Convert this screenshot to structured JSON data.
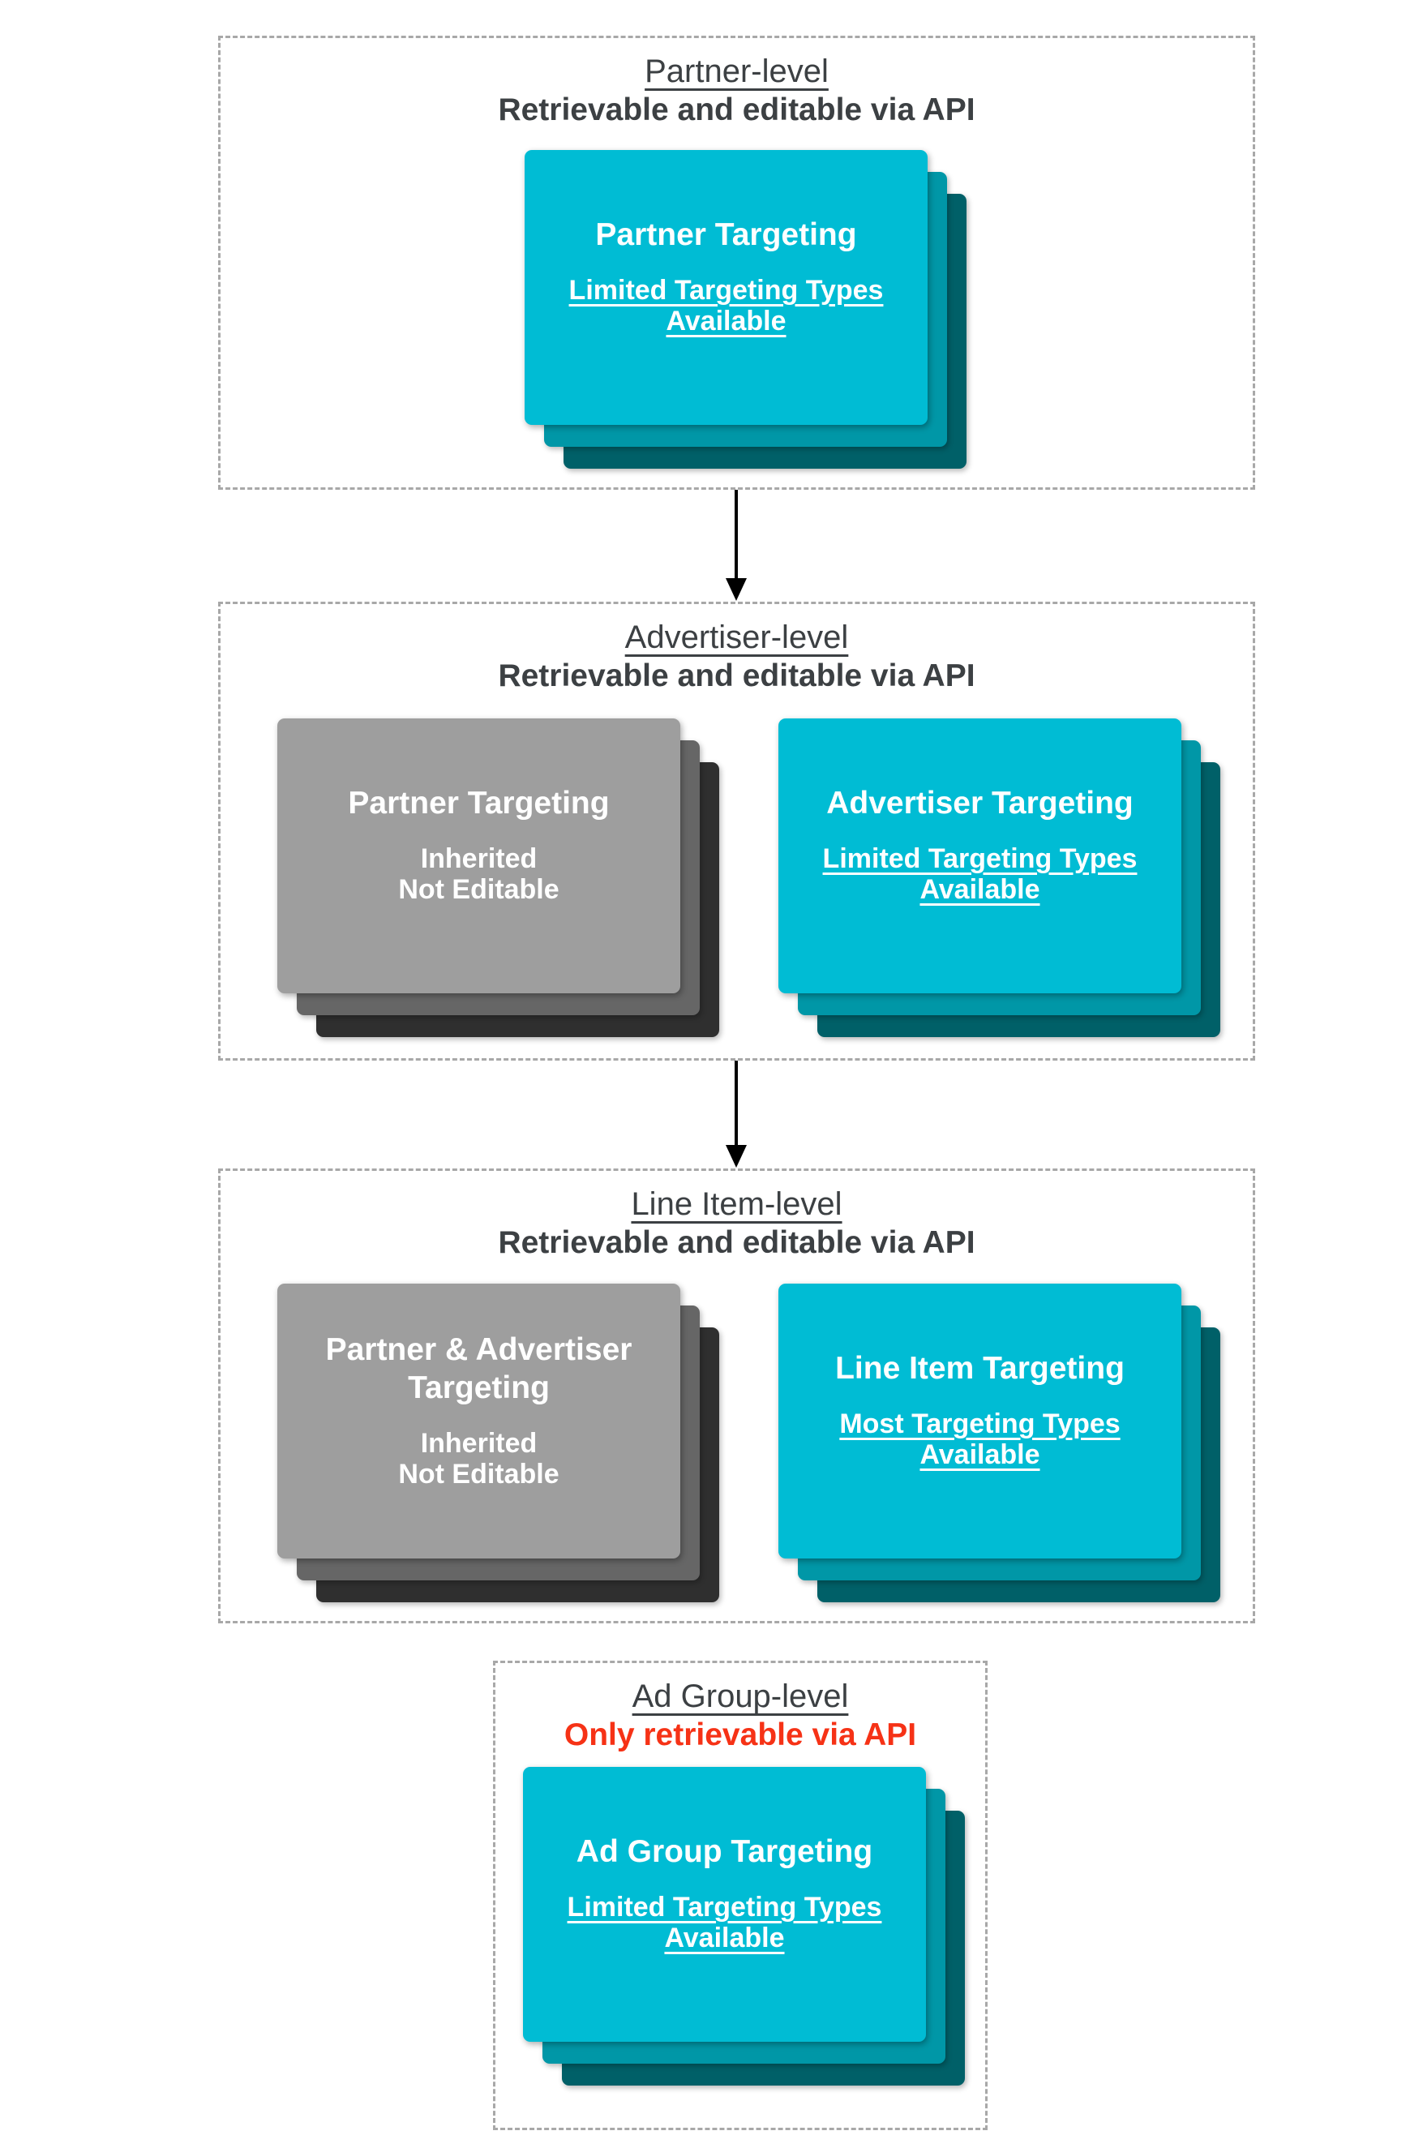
{
  "colors": {
    "background": "#FFFFFF",
    "heading": "#3C4043",
    "red": "#F63216",
    "border": "#A8A8A8",
    "arrow": "#000000",
    "card-text": "#FFFFFF",
    "cyan-main": "#00BCD4",
    "cyan-mid": "#0097A7",
    "cyan-dark": "#006068",
    "gray-main": "#9E9E9E",
    "gray-mid": "#666666",
    "gray-dark": "#2F2F2F"
  },
  "sections": [
    {
      "title": "Partner-level",
      "subtitle": "Retrievable and editable via API",
      "cards": [
        {
          "variant": "cyan",
          "title_lines": [
            "Partner Targeting"
          ],
          "body_lines": [
            "Limited Targeting Types",
            "Available"
          ],
          "body_underlined": true
        }
      ]
    },
    {
      "title": "Advertiser-level",
      "subtitle": "Retrievable and editable via API",
      "cards": [
        {
          "variant": "gray",
          "title_lines": [
            "Partner Targeting"
          ],
          "body_lines": [
            "Inherited",
            "Not Editable"
          ],
          "body_underlined": false
        },
        {
          "variant": "cyan",
          "title_lines": [
            "Advertiser Targeting"
          ],
          "body_lines": [
            "Limited Targeting Types",
            "Available"
          ],
          "body_underlined": true
        }
      ]
    },
    {
      "title": "Line Item-level",
      "subtitle": "Retrievable and editable via API",
      "cards": [
        {
          "variant": "gray",
          "title_lines": [
            "Partner & Advertiser",
            "Targeting"
          ],
          "body_lines": [
            "Inherited",
            "Not Editable"
          ],
          "body_underlined": false
        },
        {
          "variant": "cyan",
          "title_lines": [
            "Line Item Targeting"
          ],
          "body_lines": [
            "Most Targeting Types",
            "Available"
          ],
          "body_underlined": true
        }
      ]
    },
    {
      "title": "Ad Group-level",
      "subtitle": "Only retrievable via API",
      "cards": [
        {
          "variant": "cyan",
          "title_lines": [
            "Ad Group Targeting"
          ],
          "body_lines": [
            "Limited Targeting Types",
            "Available"
          ],
          "body_underlined": true
        }
      ]
    }
  ]
}
